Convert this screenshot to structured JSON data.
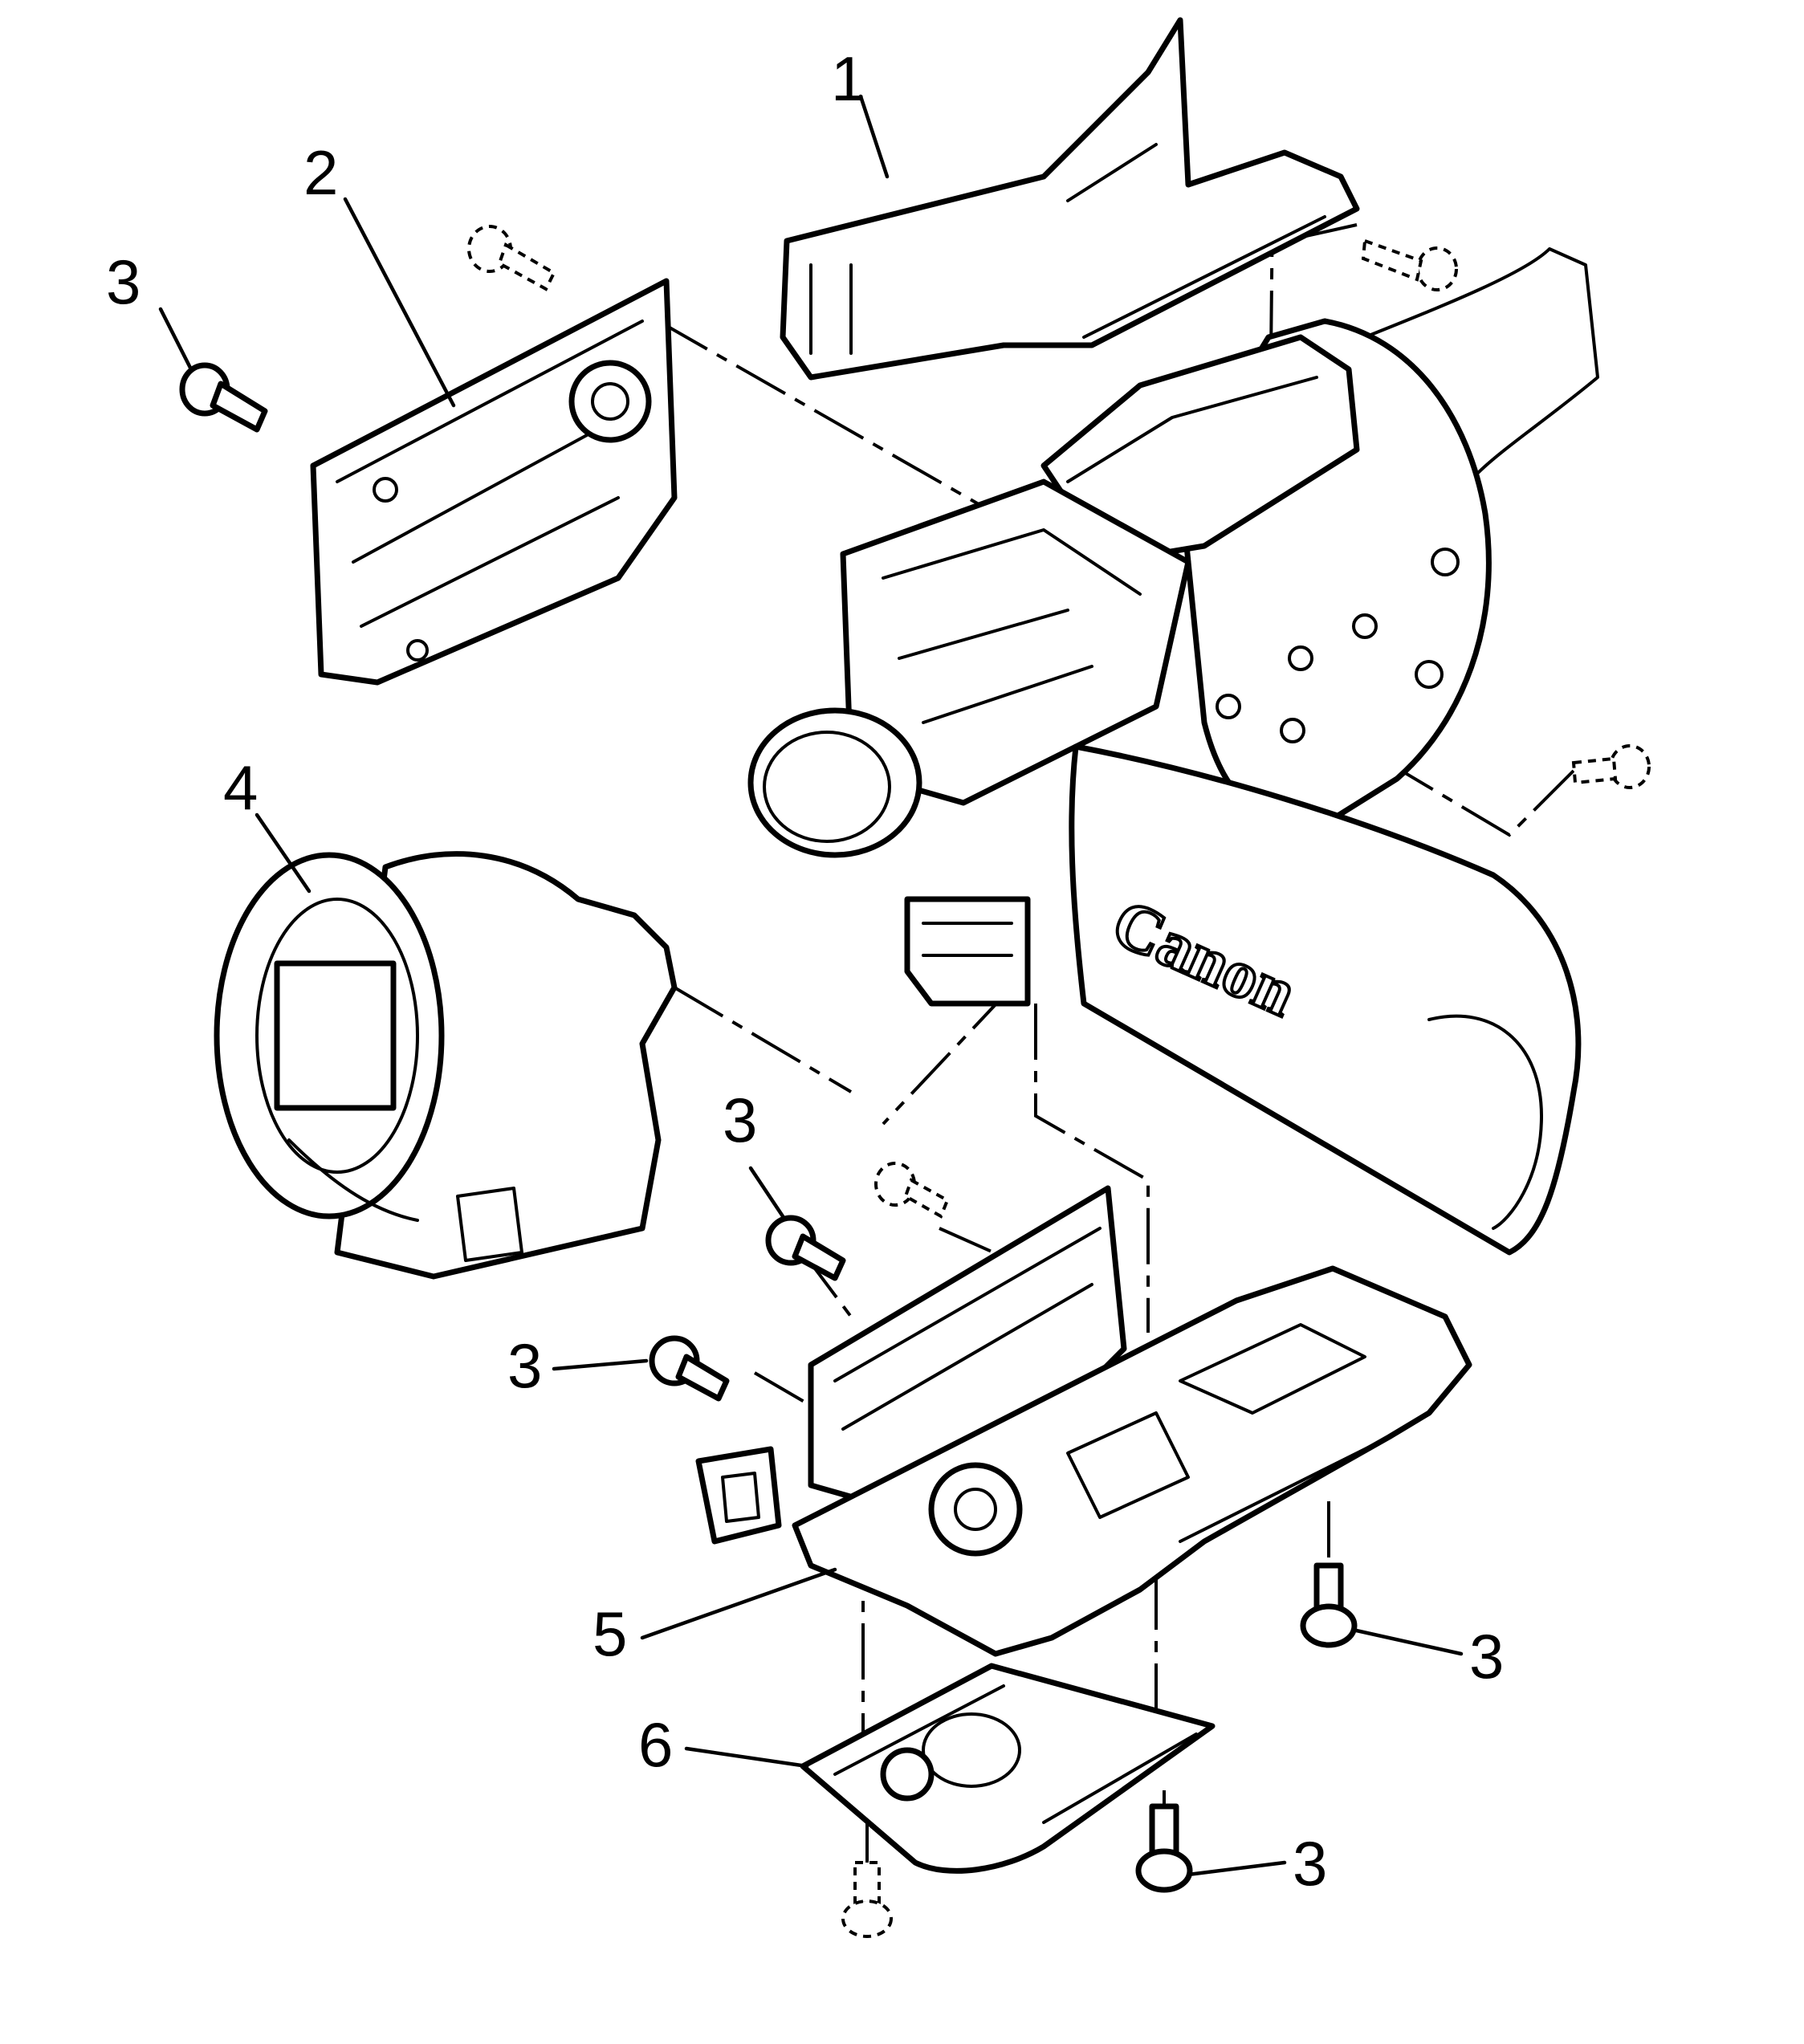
{
  "callouts": {
    "c1": "1",
    "c2": "2",
    "c3a": "3",
    "c4": "4",
    "c3b": "3",
    "c3c": "3",
    "c5": "5",
    "c3d": "3",
    "c6": "6",
    "c3e": "3"
  },
  "logo": "Canon",
  "colors": {
    "line": "#000000",
    "background": "#ffffff"
  }
}
